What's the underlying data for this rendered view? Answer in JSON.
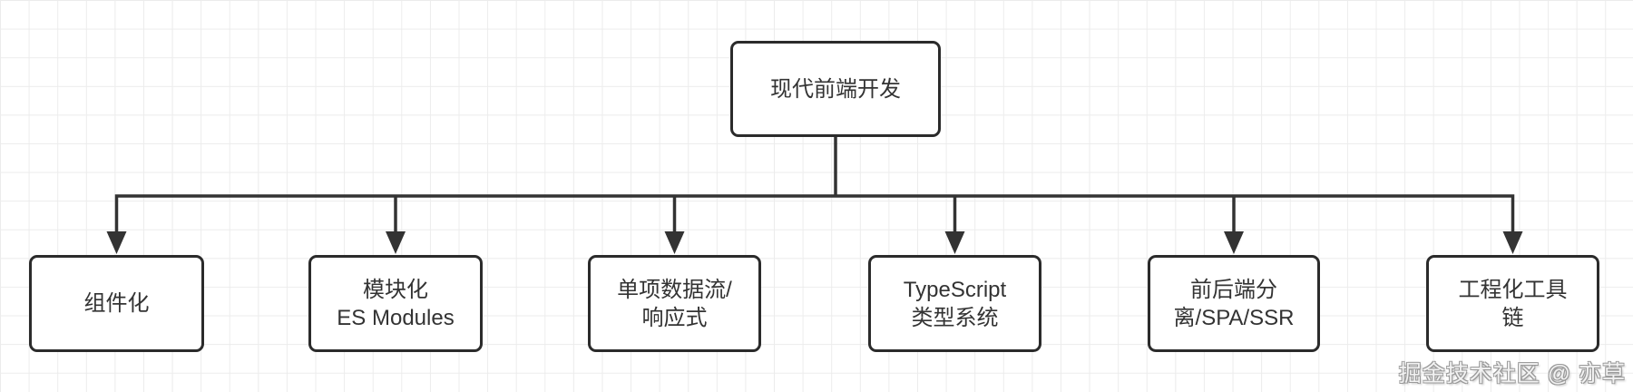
{
  "diagram": {
    "root": {
      "label": "现代前端开发"
    },
    "children": [
      {
        "label": "组件化"
      },
      {
        "label": "模块化\nES Modules"
      },
      {
        "label": "单项数据流/\n响应式"
      },
      {
        "label": "TypeScript\n类型系统"
      },
      {
        "label": "前后端分\n离/SPA/SSR"
      },
      {
        "label": "工程化工具\n链"
      }
    ]
  },
  "watermark": {
    "text": "掘金技术社区 @ 亦草"
  },
  "colors": {
    "node_border": "#2b2b2b",
    "node_fill": "#ffffff",
    "connector": "#333333",
    "text": "#333333",
    "grid": "#ececec"
  }
}
